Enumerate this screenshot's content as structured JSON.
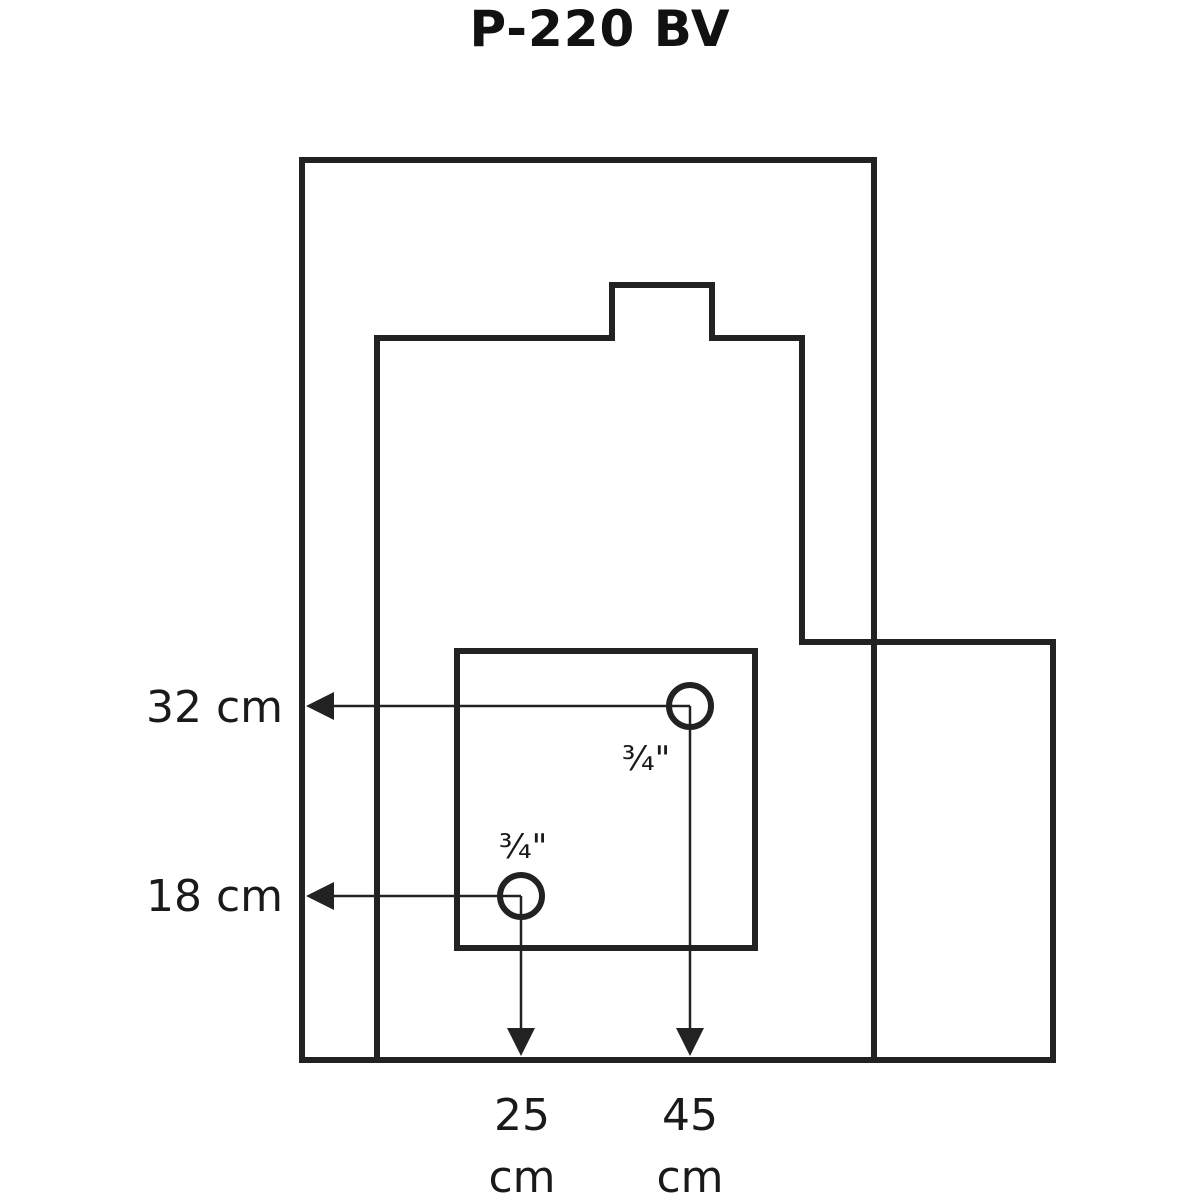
{
  "title": "P-220 BV",
  "dimensions": {
    "height_upper": "32 cm",
    "height_lower": "18 cm",
    "width_left_value": "25",
    "width_left_unit": "cm",
    "width_right_value": "45",
    "width_right_unit": "cm"
  },
  "connections": {
    "upper_size": "¾\"",
    "lower_size": "¾\""
  },
  "colors": {
    "line": "#222222",
    "background": "#ffffff"
  }
}
